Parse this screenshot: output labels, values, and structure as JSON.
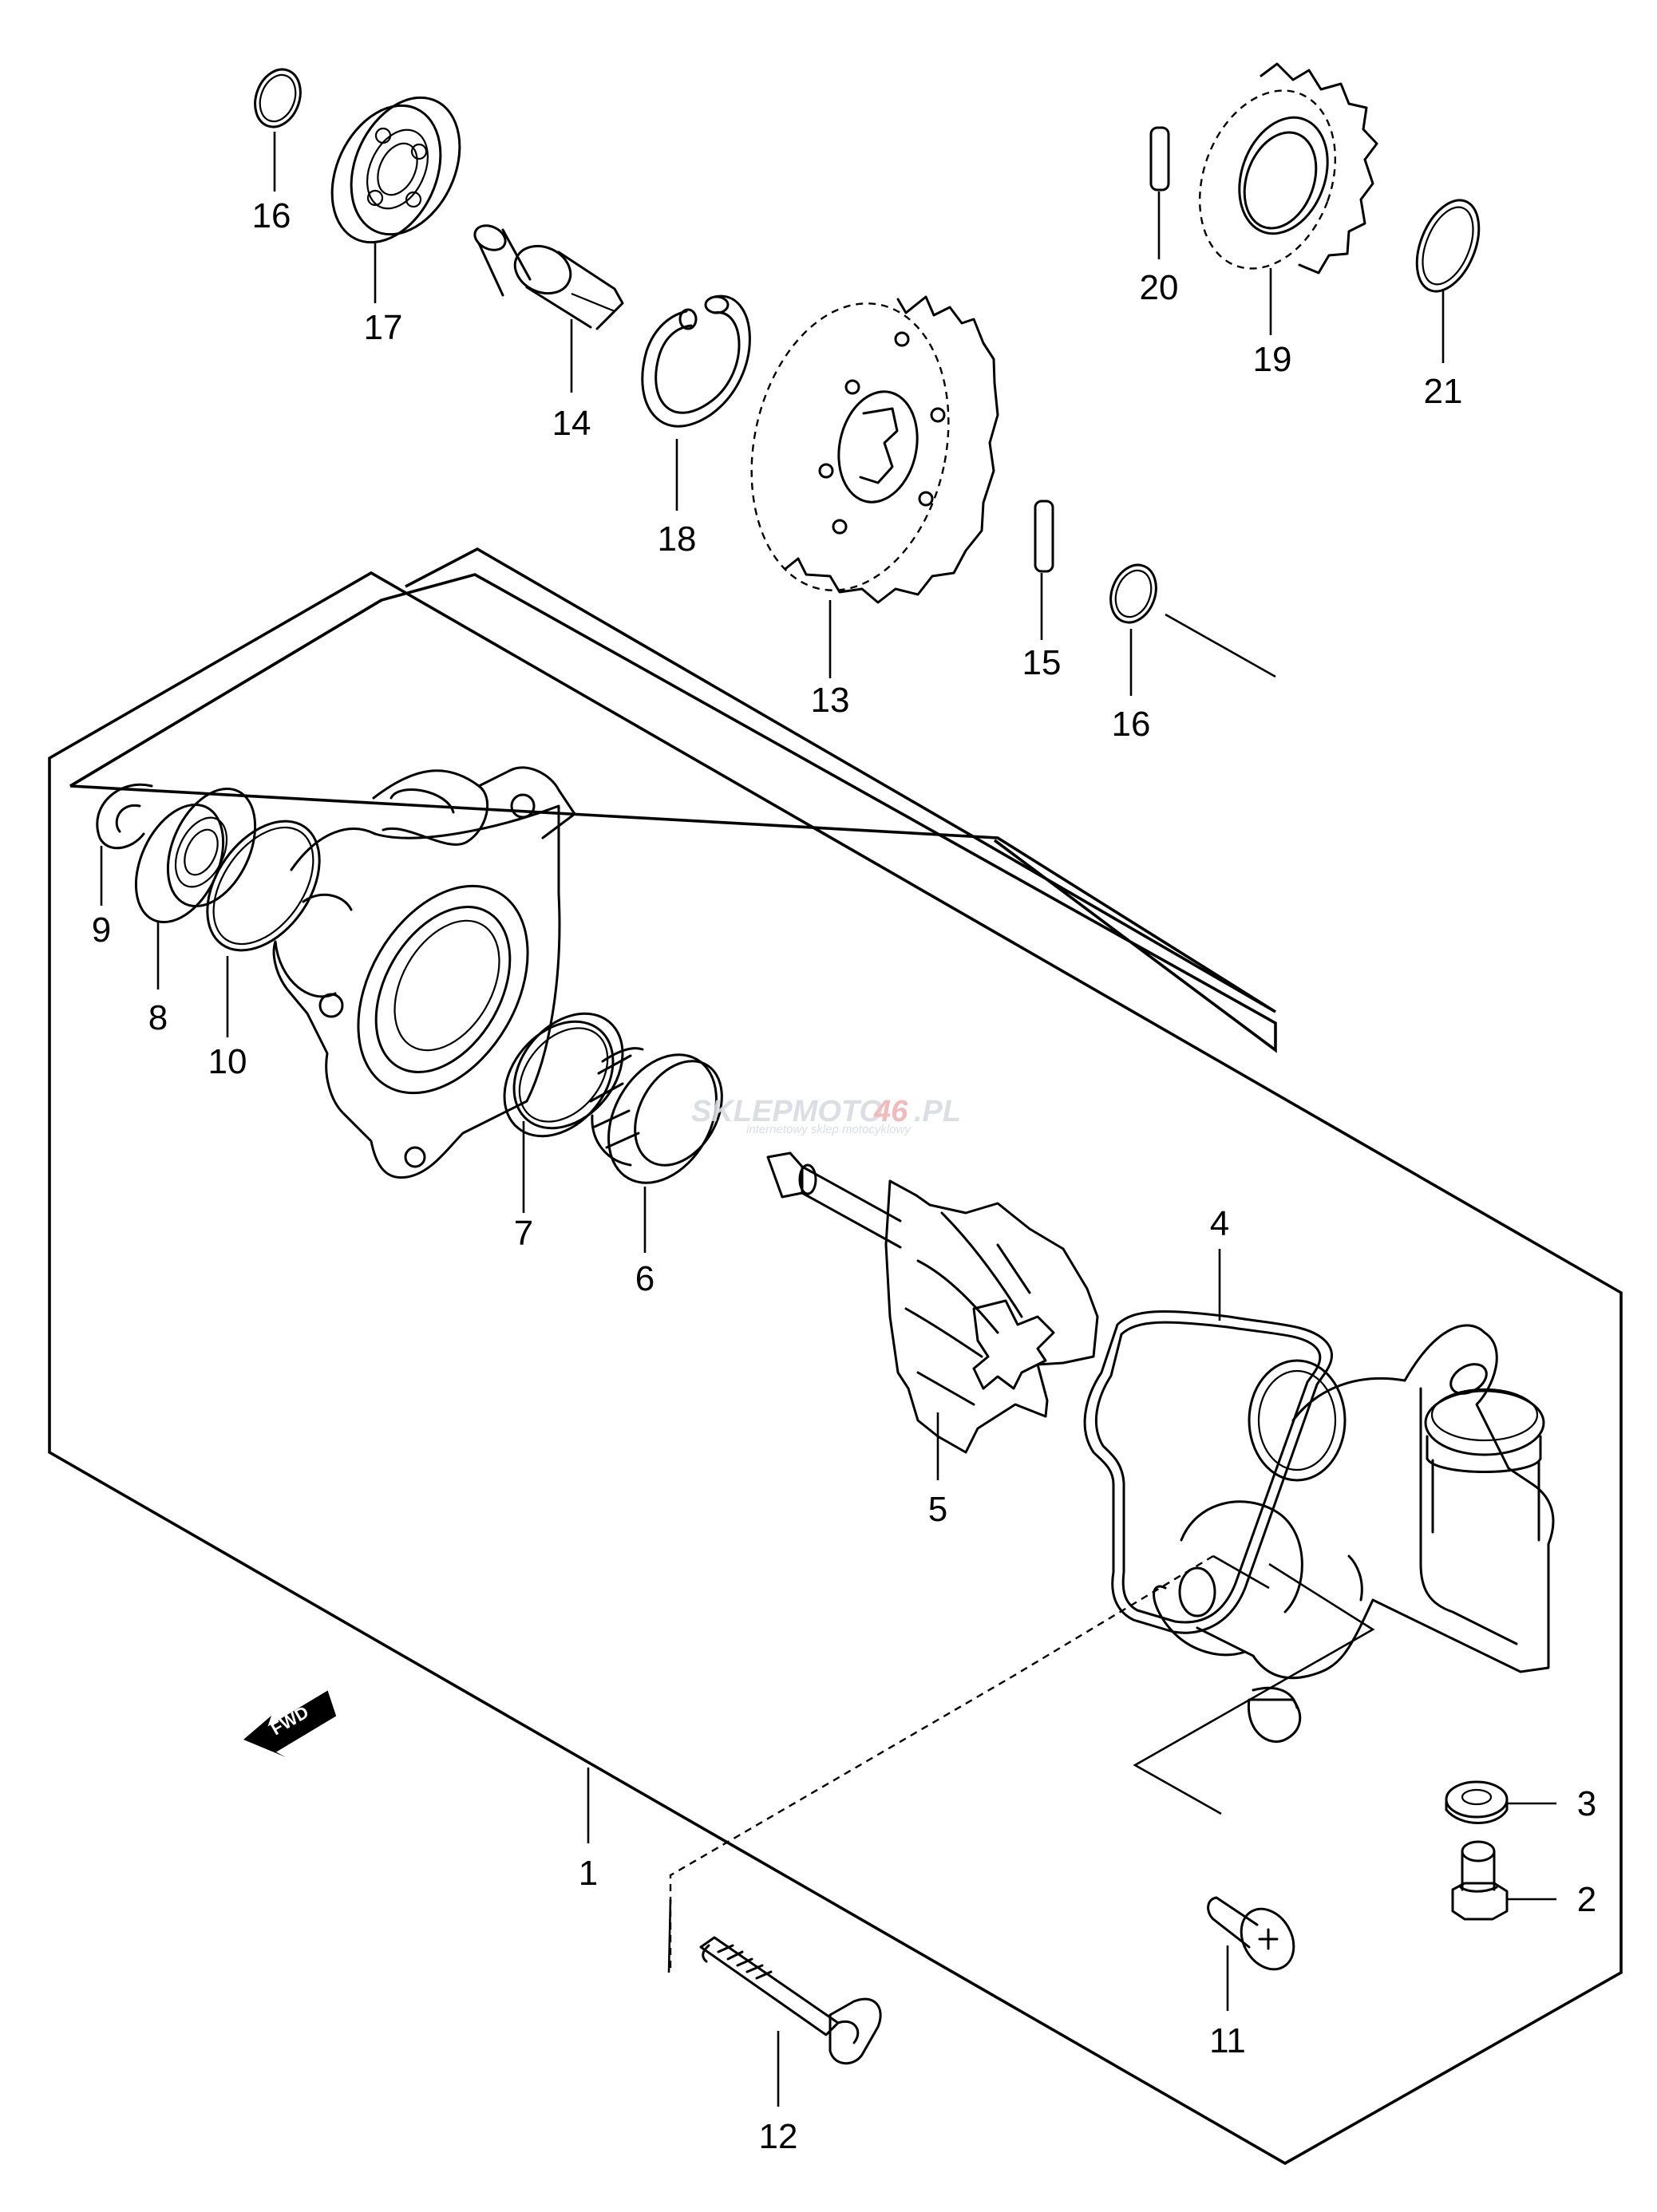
{
  "labels": {
    "p1": "1",
    "p2": "2",
    "p3": "3",
    "p4": "4",
    "p5": "5",
    "p6": "6",
    "p7": "7",
    "p8": "8",
    "p9": "9",
    "p10": "10",
    "p11": "11",
    "p12": "12",
    "p13": "13",
    "p14": "14",
    "p15": "15",
    "p16a": "16",
    "p16b": "16",
    "p17": "17",
    "p18": "18",
    "p19": "19",
    "p20": "20",
    "p21": "21"
  },
  "direction_arrow": "FWD",
  "watermark": {
    "brand_a": "SKLEPMOTO",
    "brand_num": "46",
    "brand_tld": ".PL",
    "tagline": "internetowy sklep motocyklowy"
  }
}
